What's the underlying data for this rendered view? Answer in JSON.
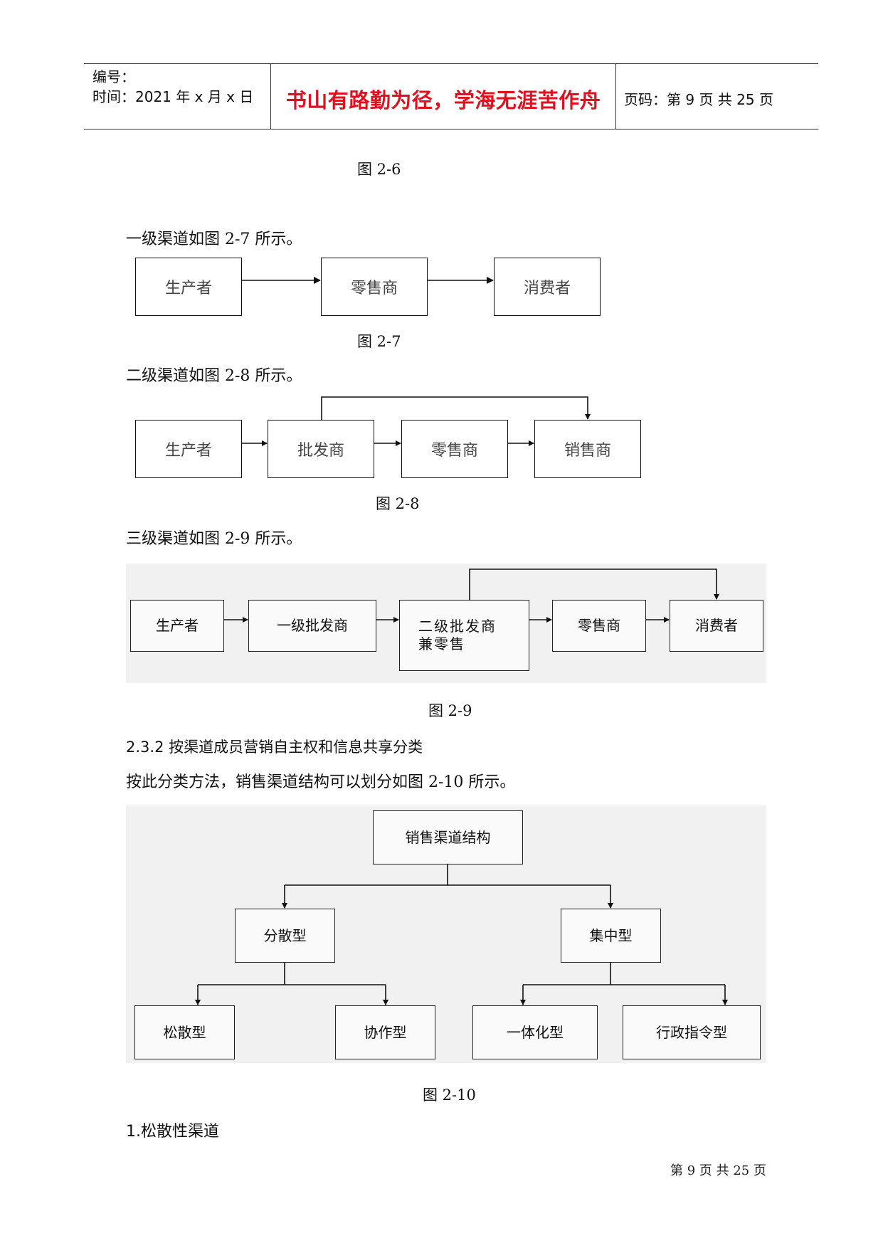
{
  "header": {
    "number_label": "编号：",
    "time_label": "时间：2021 年 x 月 x 日",
    "motto": "书山有路勤为径，学海无涯苦作舟",
    "page_label": "页码：第 9 页  共 25 页"
  },
  "fig26": {
    "caption": "图 2-6"
  },
  "fig27": {
    "intro": "一级渠道如图 2-7 所示。",
    "boxes": [
      "生产者",
      "零售商",
      "消费者"
    ],
    "caption": "图 2-7"
  },
  "fig28": {
    "intro": "二级渠道如图 2-8 所示。",
    "boxes": [
      "生产者",
      "批发商",
      "零售商",
      "销售商"
    ],
    "caption": "图 2-8"
  },
  "fig29": {
    "intro": "三级渠道如图 2-9 所示。",
    "boxes": [
      "生产者",
      "一级批发商",
      "二级批发商兼零售",
      "零售商",
      "消费者"
    ],
    "caption": "图 2-9"
  },
  "section": {
    "heading": "2.3.2 按渠道成员营销自主权和信息共享分类",
    "text": "按此分类方法，销售渠道结构可以划分如图 2-10 所示。"
  },
  "fig210": {
    "root": "销售渠道结构",
    "level2": [
      "分散型",
      "集中型"
    ],
    "level3": [
      "松散型",
      "协作型",
      "一体化型",
      "行政指令型"
    ],
    "caption": "图 2-10"
  },
  "subsection": {
    "heading": "1.松散性渠道"
  },
  "footer": {
    "page": "第  9  页  共  25  页"
  }
}
